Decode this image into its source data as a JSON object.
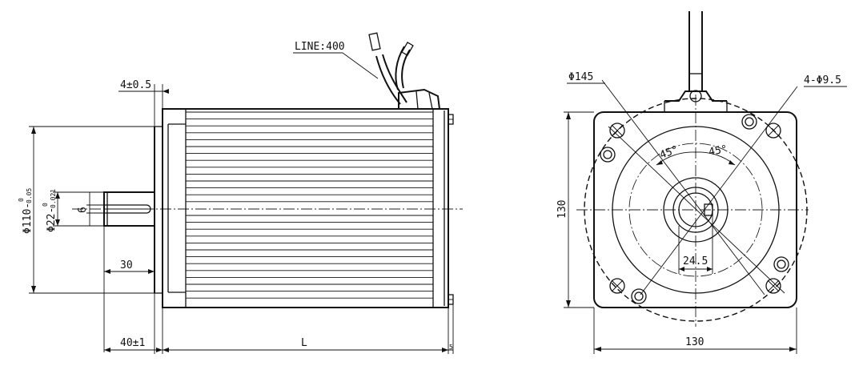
{
  "side_view": {
    "line_label": "LINE:400",
    "flange_thickness": "4±0.5",
    "body_diameter": "Φ110-",
    "body_tol_upper": "0",
    "body_tol_lower": "0.05",
    "shaft_diameter": "Φ22-",
    "shaft_tol_upper": "0",
    "shaft_tol_lower": "0.021",
    "key_width": "6",
    "key_length": "30",
    "shaft_length": "40±1",
    "body_length": "L",
    "tail_length": "5"
  },
  "front_view": {
    "circle_diameter": "Φ145",
    "hole_spec": "4-Φ9.5",
    "angle_left": "45°",
    "angle_right": "45°",
    "height": "130",
    "width": "130",
    "shaft_flat": "24.5"
  }
}
